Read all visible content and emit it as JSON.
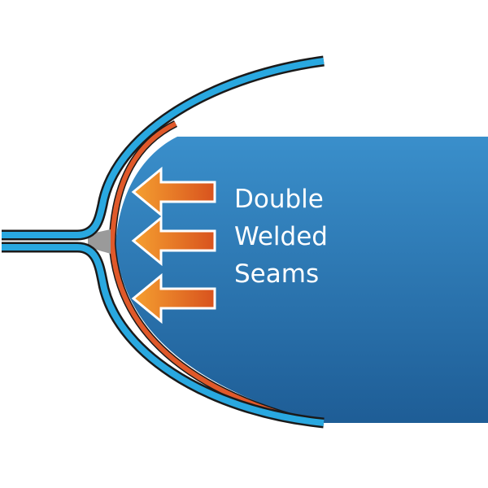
{
  "label": {
    "line1": "Double",
    "line2": "Welded",
    "line3": "Seams"
  },
  "colors": {
    "shell": "#29a8e0",
    "box_top": "#3a8cc8",
    "box_bottom": "#1f5f98",
    "seam": "#e0592a",
    "arrow_light": "#f29a2e",
    "arrow_dark": "#d9561f",
    "outline": "#1a1a1a"
  }
}
